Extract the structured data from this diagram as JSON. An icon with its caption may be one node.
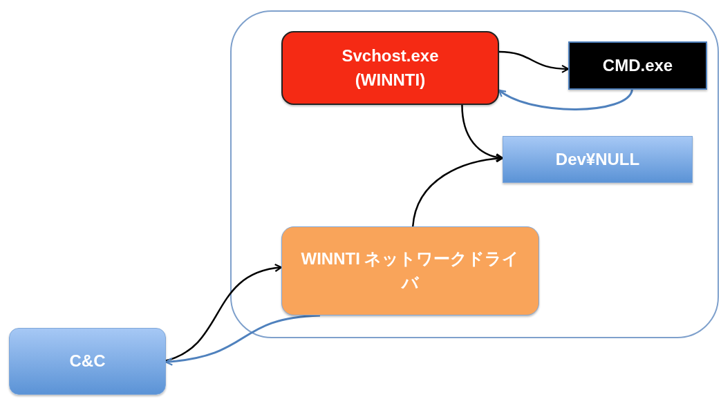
{
  "diagram": {
    "nodes": [
      {
        "text": [],
        "shape": "box"
      },
      {
        "text": [
          "Svchost.exe (WINNTI)"
        ],
        "in": 0
      },
      {
        "text": [
          "CMD.exe"
        ],
        "in": 0
      },
      {
        "text": [
          "Dev¥NULL"
        ],
        "in": 0
      },
      {
        "text": [
          "WINNTI ネットワークドライバ"
        ],
        "in": 0
      },
      {
        "text": [
          "C&C"
        ]
      }
    ],
    "edges": [
      {
        "from": 1,
        "to": 2,
        "arrow": "to"
      },
      {
        "from": 2,
        "to": 1,
        "arrow": "to",
        "color": "#4f81bd"
      },
      {
        "from": 1,
        "to": 3,
        "arrow": "to"
      },
      {
        "from": 4,
        "to": 3,
        "arrow": "to"
      },
      {
        "from": 5,
        "to": 4,
        "arrow": "to"
      },
      {
        "from": 4,
        "to": 5,
        "arrow": "to",
        "color": "#4f81bd"
      }
    ]
  }
}
